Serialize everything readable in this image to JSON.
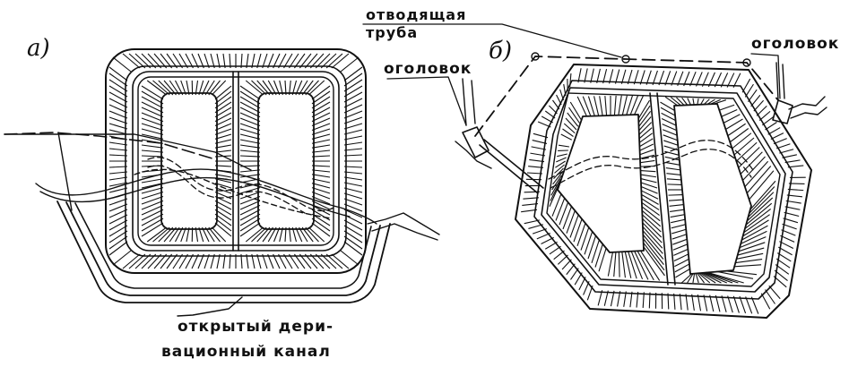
{
  "figure_a": {
    "letter": "а)",
    "canal_label_line1": "открытый дери-",
    "canal_label_line2": "вационный канал"
  },
  "figure_b": {
    "letter": "б)",
    "outlet_pipe_line1": "отводящая",
    "outlet_pipe_line2": "труба",
    "headwall_left": "оголовок",
    "headwall_right": "оголовок"
  },
  "colors": {
    "ink": "#111111",
    "paper": "#ffffff"
  }
}
